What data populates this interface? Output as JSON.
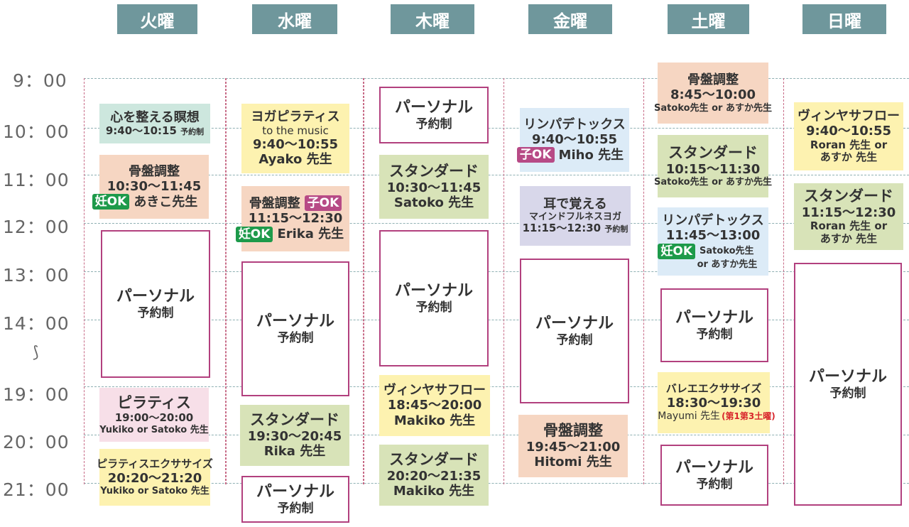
{
  "days": [
    "火曜",
    "水曜",
    "木曜",
    "金曜",
    "土曜",
    "日曜"
  ],
  "times": [
    "9：00",
    "10：00",
    "11：00",
    "12：00",
    "13：00",
    "14：00",
    "⟆",
    "19：00",
    "20：00",
    "21：00"
  ],
  "personal": {
    "title": "パーソナル",
    "sub": "予約制"
  },
  "badges": {
    "preg": "妊OK",
    "child": "子OK"
  },
  "tue": {
    "b1": {
      "title": "心を整える瞑想",
      "time": "9:40～10:15",
      "note": "予約制"
    },
    "b2": {
      "title": "骨盤調整",
      "time": "10:30～11:45",
      "teacher": "あきこ先生"
    },
    "b3": {
      "title": "ピラティス",
      "time": "19:00～20:00",
      "teacher": "Yukiko or Satoko 先生"
    },
    "b4": {
      "title": "ピラティスエクササイズ",
      "time": "20:20～21:20",
      "teacher": "Yukiko or Satoko 先生"
    }
  },
  "wed": {
    "b1": {
      "title": "ヨガピラティス",
      "sub": "to the music",
      "time": "9:40～10:55",
      "teacher": "Ayako 先生"
    },
    "b2": {
      "title": "骨盤調整",
      "time": "11:15～12:30",
      "teacher": "Erika 先生"
    },
    "b3": {
      "title": "スタンダード",
      "time": "19:30～20:45",
      "teacher": "Rika 先生"
    }
  },
  "thu": {
    "b1": {
      "title": "スタンダード",
      "time": "10:30～11:45",
      "teacher": "Satoko 先生"
    },
    "b2": {
      "title": "ヴィンヤサフロー",
      "time": "18:45～20:00",
      "teacher": "Makiko 先生"
    },
    "b3": {
      "title": "スタンダード",
      "time": "20:20～21:35",
      "teacher": "Makiko 先生"
    }
  },
  "fri": {
    "b1": {
      "title": "リンパデトックス",
      "time": "9:40～10:55",
      "teacher": "Miho 先生"
    },
    "b2": {
      "title": "耳で覚える",
      "sub": "マインドフルネスヨガ",
      "time": "11:15～12:30",
      "note": "予約制"
    },
    "b3": {
      "title": "骨盤調整",
      "time": "19:45～21:00",
      "teacher": "Hitomi 先生"
    }
  },
  "sat": {
    "b1": {
      "title": "骨盤調整",
      "time": "8:45～10:00",
      "teacher": "Satoko先生 or あすか先生"
    },
    "b2": {
      "title": "スタンダード",
      "time": "10:15～11:30",
      "teacher": "Satoko先生 or あすか先生"
    },
    "b3": {
      "title": "リンパデトックス",
      "time": "11:45～13:00",
      "teacher1": "Satoko先生",
      "teacher2": "or あすか先生"
    },
    "b4": {
      "title": "バレエエクササイズ",
      "time": "18:30～19:30",
      "teacher": "Mayumi 先生",
      "note": "(第1第3土曜)"
    }
  },
  "sun": {
    "b1": {
      "title": "ヴィンヤサフロー",
      "time": "9:40～10:55",
      "teacher1": "Roran 先生 or",
      "teacher2": "あすか 先生"
    },
    "b2": {
      "title": "スタンダード",
      "time": "11:15～12:30",
      "teacher1": "Roran 先生 or",
      "teacher2": "あすか 先生"
    }
  },
  "colors": {
    "header": "#6f979c",
    "personal_border": "#b2407e",
    "column_border": "#c76a86",
    "badge_green": "#1d9a4a",
    "badge_pink": "#b74a86",
    "green": "#d8e3b8",
    "peach": "#f6d6c2",
    "yellow": "#fdf2b0",
    "mint": "#cde7de",
    "pink": "#f7dfe8",
    "blue": "#dcebf7",
    "lavender": "#d8d7ea"
  }
}
